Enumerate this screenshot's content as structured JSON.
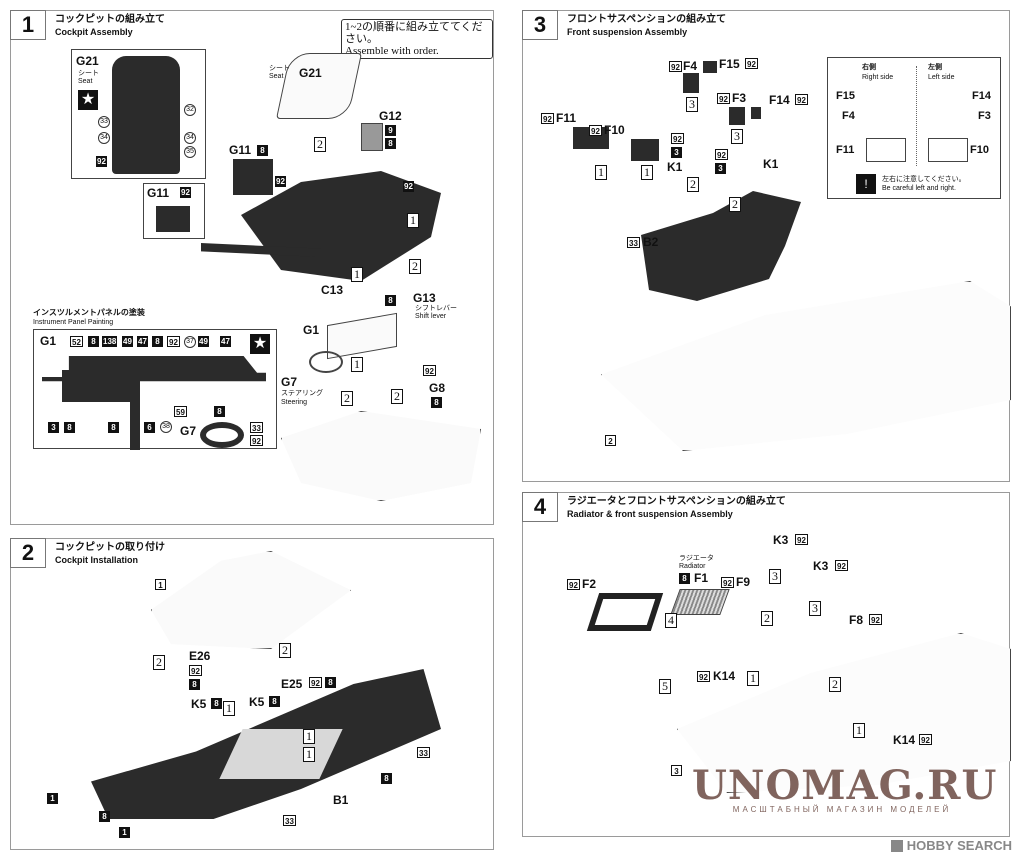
{
  "step1": {
    "num": "1",
    "title_ja": "コックピットの組み立て",
    "title_en": "Cockpit Assembly",
    "note_ja": "1~2の順番に組み立ててください。",
    "note_en": "Assemble with order.",
    "inset_seat": {
      "part": "G21",
      "ja": "シート",
      "en": "Seat",
      "callouts": [
        "32",
        "33",
        "34",
        "34",
        "35"
      ],
      "tag": "92"
    },
    "seat": {
      "part": "G21",
      "ja": "シート",
      "en": "Seat"
    },
    "g12": {
      "part": "G12",
      "tags": [
        "9",
        "8"
      ]
    },
    "g11": {
      "part": "G11",
      "tags": [
        "8",
        "92"
      ]
    },
    "g11_inset": {
      "part": "G11",
      "tag": "92"
    },
    "chassis_tag": "92",
    "c13": "C13",
    "g13": {
      "part": "G13",
      "ja": "シフトレバー",
      "en": "Shift lever",
      "tag": "8"
    },
    "arrows": [
      "2",
      "1",
      "1",
      "2"
    ],
    "panel_paint": {
      "title_ja": "インスツルメントパネルの塗装",
      "title_en": "Instrument Panel Painting",
      "part": "G1",
      "top_tags": [
        "52",
        "8",
        "138",
        "49",
        "47",
        "8",
        "92",
        "37",
        "49",
        "47"
      ],
      "bottom_tags": [
        "3",
        "8",
        "8",
        "6",
        "38",
        "59",
        "8"
      ],
      "g7": {
        "part": "G7",
        "tags": [
          "33",
          "92"
        ]
      }
    },
    "g1": "G1",
    "g7": {
      "part": "G7",
      "ja": "ステアリング",
      "en": "Steering"
    },
    "g8": {
      "part": "G8",
      "tags": [
        "92",
        "8"
      ]
    },
    "arrows2": [
      "1",
      "2",
      "2"
    ]
  },
  "step2": {
    "num": "2",
    "title_ja": "コックピットの取り付け",
    "title_en": "Cockpit Installation",
    "ref": "1",
    "e26": {
      "part": "E26",
      "tags": [
        "92",
        "8"
      ]
    },
    "e25": {
      "part": "E25",
      "tags": [
        "92",
        "8"
      ]
    },
    "k5a": {
      "part": "K5",
      "tag": "8"
    },
    "k5b": {
      "part": "K5",
      "tag": "8"
    },
    "b1": "B1",
    "tags": [
      "33",
      "8",
      "8",
      "1",
      "1",
      "33"
    ],
    "arrows": [
      "2",
      "2",
      "1",
      "1",
      "1"
    ]
  },
  "step3": {
    "num": "3",
    "title_ja": "フロントサスペンションの組み立て",
    "title_en": "Front suspension Assembly",
    "parts": {
      "f4": "F4",
      "f15": "F15",
      "f3": "F3",
      "f14": "F14",
      "f11": "F11",
      "f10": "F10",
      "k1a": "K1",
      "k1b": "K1",
      "b2": "B2"
    },
    "tag": "92",
    "k_tag": "3",
    "b2_tag": "33",
    "ref": "2",
    "arrows": [
      "3",
      "3",
      "2",
      "2",
      "1",
      "1"
    ],
    "side_box": {
      "right_ja": "右側",
      "right_en": "Right side",
      "left_ja": "左側",
      "left_en": "Left side",
      "right_parts": [
        "F15",
        "F4",
        "F11"
      ],
      "left_parts": [
        "F14",
        "F3",
        "F10"
      ],
      "caution_ja": "左右に注意してください。",
      "caution_en": "Be careful left and right."
    }
  },
  "step4": {
    "num": "4",
    "title_ja": "ラジエータとフロントサスペンションの組み立て",
    "title_en": "Radiator & front suspension Assembly",
    "radiator": {
      "ja": "ラジエータ",
      "en": "Radiator",
      "part": "F1",
      "tag": "8"
    },
    "parts": {
      "f2": "F2",
      "f9": "F9",
      "k3a": "K3",
      "k3b": "K3",
      "f8": "F8",
      "k14a": "K14",
      "k14b": "K14"
    },
    "tag": "92",
    "ref": "3",
    "arrows": [
      "4",
      "5",
      "3",
      "3",
      "2",
      "2",
      "1",
      "1"
    ]
  },
  "watermark": {
    "text": "UNOMAG.RU",
    "sub": "МАСШТАБНЫЙ МАГАЗИН МОДЕЛЕЙ"
  },
  "footer": {
    "brand": "HOBBY SEARCH"
  }
}
